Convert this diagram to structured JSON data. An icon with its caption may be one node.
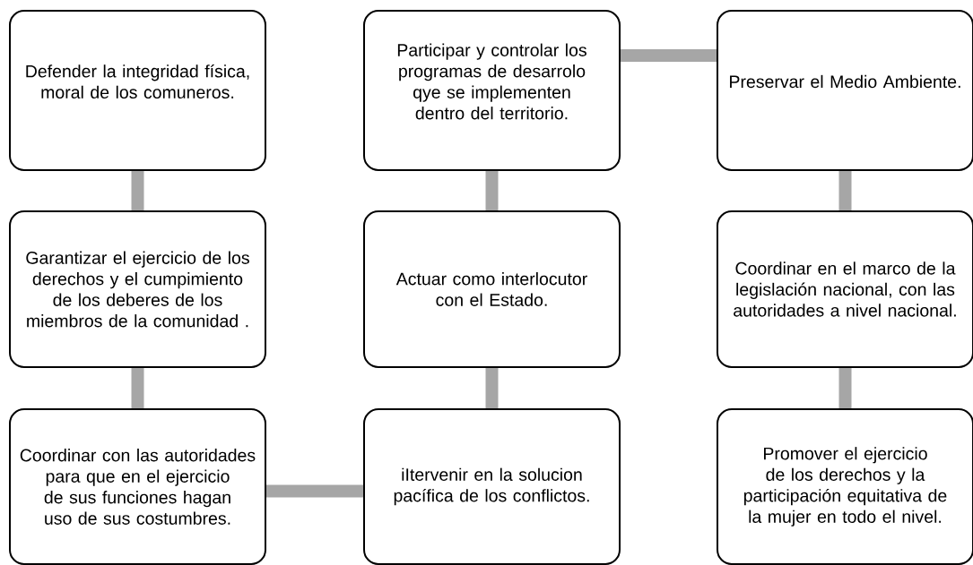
{
  "diagram": {
    "nodes": [
      {
        "text": [
          "Defender la integridad física, moral de los comuneros."
        ]
      },
      {
        "text": [
          "Garantizar el ejercicio de los derechos y el cumpimiento de los deberes de los miembros de la comunidad ."
        ]
      },
      {
        "text": [
          "Coordinar con las autoridades para que en el ejercicio de sus funciones hagan uso de sus costumbres."
        ]
      },
      {
        "text": [
          "iItervenir en la solucion pacífica de los conflictos."
        ]
      },
      {
        "text": [
          "Actuar como interlocutor con el Estado."
        ]
      },
      {
        "text": [
          "Participar y controlar los programas de desarrolo qye se implementen dentro del territorio."
        ]
      },
      {
        "text": [
          "Preservar el Medio Ambiente."
        ]
      },
      {
        "text": [
          "Coordinar en el marco de la legislación nacional, con las autoridades a nivel nacional."
        ]
      },
      {
        "text": [
          "Promover el ejercicio de los derechos y la participación equitativa de la mujer en todo el nivel."
        ]
      }
    ],
    "edges": [
      {
        "from": 0,
        "to": 1,
        "arrow": "none"
      },
      {
        "from": 1,
        "to": 2,
        "arrow": "none"
      },
      {
        "from": 2,
        "to": 3,
        "arrow": "none"
      },
      {
        "from": 3,
        "to": 4,
        "arrow": "none"
      },
      {
        "from": 4,
        "to": 5,
        "arrow": "none"
      },
      {
        "from": 5,
        "to": 6,
        "arrow": "none"
      },
      {
        "from": 6,
        "to": 7,
        "arrow": "none"
      },
      {
        "from": 7,
        "to": 8,
        "arrow": "none"
      }
    ]
  }
}
